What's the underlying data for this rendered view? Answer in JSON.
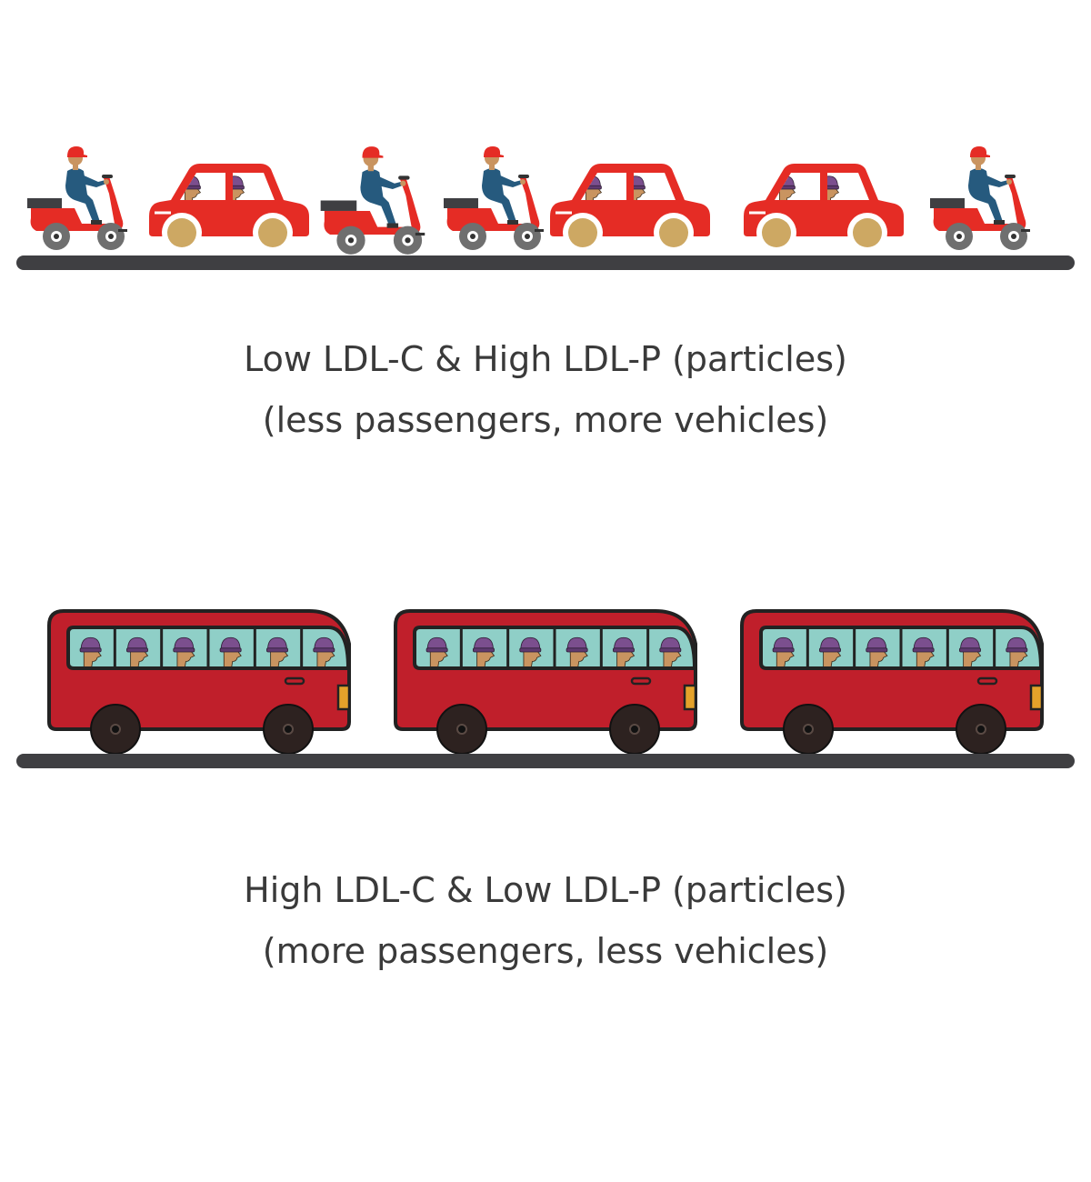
{
  "colors": {
    "vehicle_red": "#e52c25",
    "bus_red": "#c01f2b",
    "road": "#3f3f42",
    "window": "#8fcfc7",
    "hat": "#7b4f8e",
    "skin": "#c99460",
    "rider_jacket": "#265a7e",
    "car_wheel": "#cda863",
    "scooter_wheel": "#6f6f6f",
    "text": "#3a3a3a"
  },
  "scenes": {
    "top": {
      "vehicles": [
        "scooter",
        "car",
        "scooter",
        "scooter",
        "car",
        "car",
        "scooter"
      ],
      "caption_line1": "Low LDL-C & High LDL-P (particles)",
      "caption_line2": "(less passengers, more vehicles)"
    },
    "bottom": {
      "vehicles": [
        "bus",
        "bus",
        "bus"
      ],
      "passengers_per_bus": 6,
      "caption_line1": "High LDL-C & Low LDL-P (particles)",
      "caption_line2": "(more passengers, less vehicles)"
    }
  }
}
